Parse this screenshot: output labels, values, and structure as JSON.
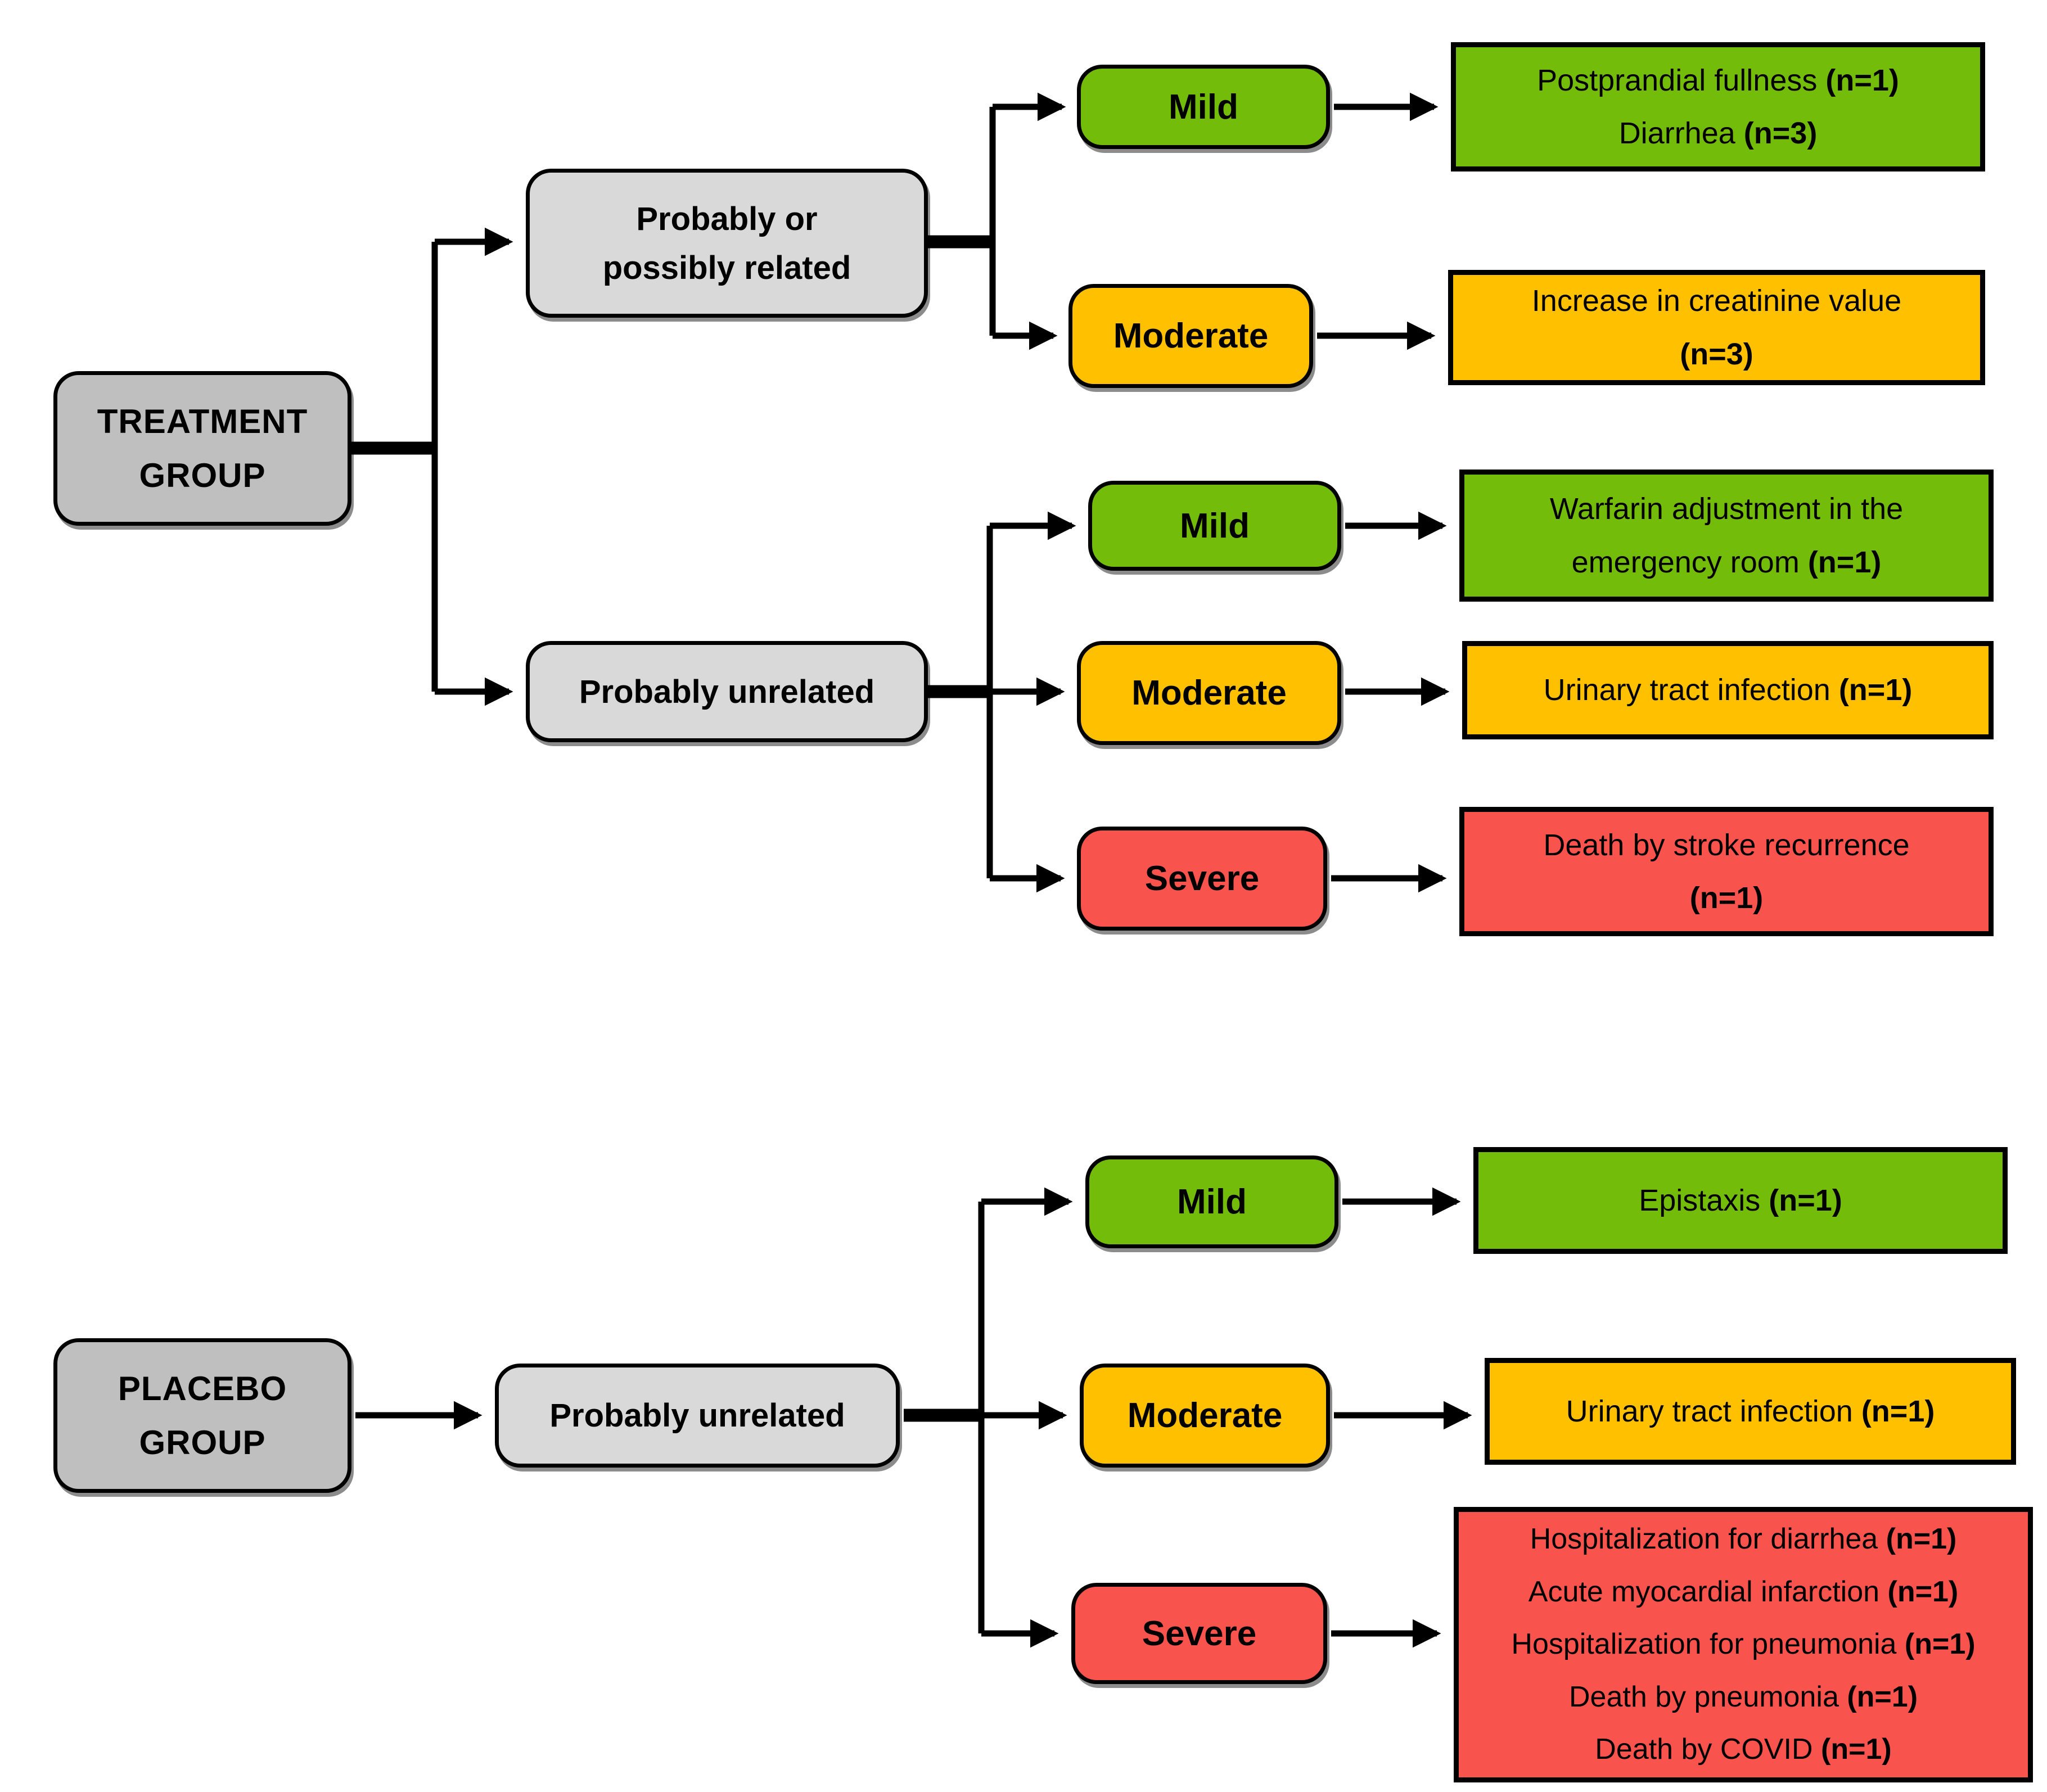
{
  "colors": {
    "mild": "#74BC0A",
    "moderate": "#FFC000",
    "severe": "#F9534E",
    "groupfill": "#BFBFBF",
    "categoryfill": "#D9D9D9",
    "line": "#000000",
    "background": "#FFFFFF"
  },
  "treatment_group": {
    "title_lines": [
      "TREATMENT",
      "GROUP"
    ],
    "branches": [
      {
        "relatedness_lines": [
          "Probably or",
          "possibly related"
        ],
        "severities": [
          {
            "level": "Mild",
            "events_lines": [
              "Postprandial fullness (n=1)",
              "Diarrhea (n=3)"
            ]
          },
          {
            "level": "Moderate",
            "events_lines": [
              "Increase in creatinine value",
              "(n=3)"
            ]
          }
        ]
      },
      {
        "relatedness_lines": [
          "Probably unrelated"
        ],
        "severities": [
          {
            "level": "Mild",
            "events_lines": [
              "Warfarin adjustment in the",
              "emergency room (n=1)"
            ]
          },
          {
            "level": "Moderate",
            "events_lines": [
              "Urinary tract infection (n=1)"
            ]
          },
          {
            "level": "Severe",
            "events_lines": [
              "Death by stroke recurrence",
              "(n=1)"
            ]
          }
        ]
      }
    ]
  },
  "placebo_group": {
    "title_lines": [
      "PLACEBO",
      "GROUP"
    ],
    "branches": [
      {
        "relatedness_lines": [
          "Probably unrelated"
        ],
        "severities": [
          {
            "level": "Mild",
            "events_lines": [
              "Epistaxis (n=1)"
            ]
          },
          {
            "level": "Moderate",
            "events_lines": [
              "Urinary tract infection (n=1)"
            ]
          },
          {
            "level": "Severe",
            "events_lines": [
              "Hospitalization for diarrhea (n=1)",
              "Acute myocardial infarction (n=1)",
              "Hospitalization for pneumonia (n=1)",
              "Death by pneumonia (n=1)",
              "Death by COVID (n=1)"
            ]
          }
        ]
      }
    ]
  }
}
